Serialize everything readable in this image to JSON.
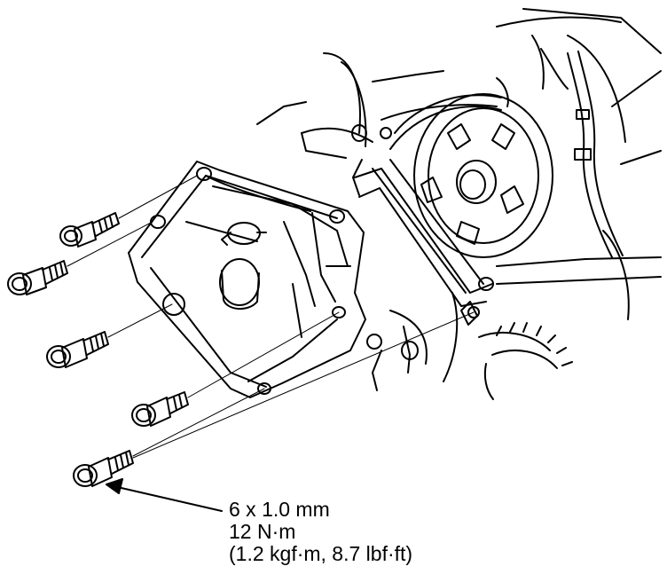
{
  "diagram": {
    "subject": "alternator removal - mounting bolts",
    "bolt_count": 5,
    "callout": {
      "line1": "6 x 1.0 mm",
      "line2": "12 N·m",
      "line3": "(1.2 kgf·m, 8.7 lbf·ft)"
    },
    "colors": {
      "ink": "#000000",
      "paper": "#ffffff"
    }
  }
}
